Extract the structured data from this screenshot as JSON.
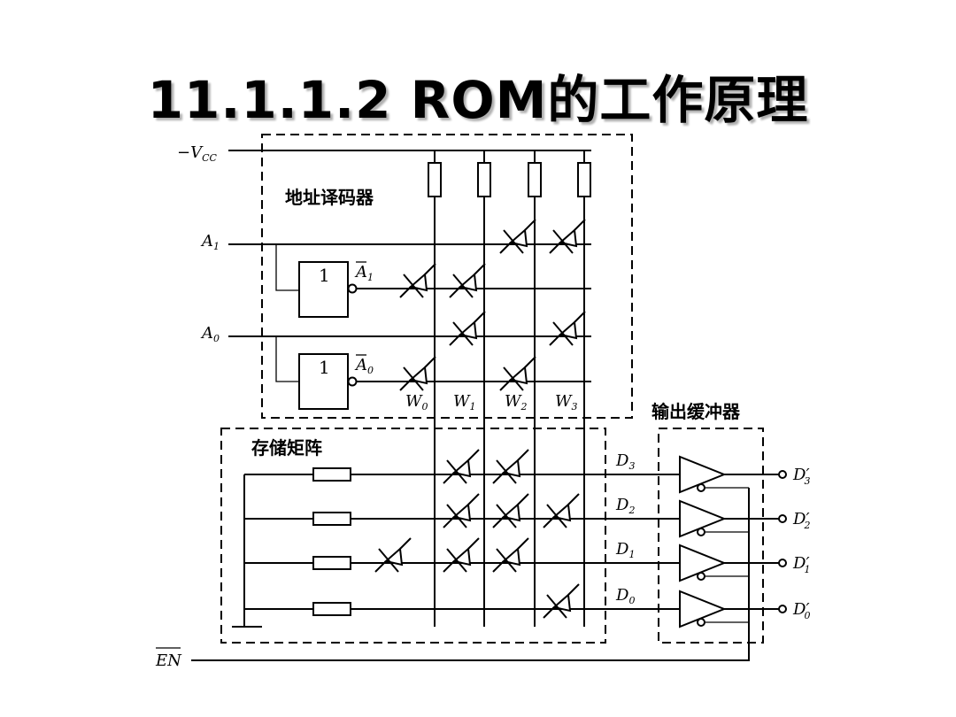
{
  "title": "11.1.1.2 ROM的工作原理",
  "diagram": {
    "vcc": {
      "prefix": "−",
      "main": "V",
      "sub": "CC"
    },
    "section_labels": {
      "decoder": "地址译码器",
      "storage": "存储矩阵",
      "buffer": "输出缓冲器"
    },
    "gate_label": "1",
    "inputs": [
      {
        "main": "A",
        "sub": "1",
        "inverted": "A",
        "inv_sub": "1"
      },
      {
        "main": "A",
        "sub": "0",
        "inverted": "A",
        "inv_sub": "0"
      }
    ],
    "word_lines": [
      {
        "main": "W",
        "sub": "0"
      },
      {
        "main": "W",
        "sub": "1"
      },
      {
        "main": "W",
        "sub": "2"
      },
      {
        "main": "W",
        "sub": "3"
      }
    ],
    "data_lines": [
      {
        "main": "D",
        "sub": "3",
        "out_main": "D",
        "out_sub": "3",
        "out_prime": "′"
      },
      {
        "main": "D",
        "sub": "2",
        "out_main": "D",
        "out_sub": "2",
        "out_prime": "′"
      },
      {
        "main": "D",
        "sub": "1",
        "out_main": "D",
        "out_sub": "1",
        "out_prime": "′"
      },
      {
        "main": "D",
        "sub": "0",
        "out_main": "D",
        "out_sub": "0",
        "out_prime": "′"
      }
    ],
    "enable": "EN",
    "decoder_diodes": [
      [
        2,
        0
      ],
      [
        3,
        0
      ],
      [
        0,
        1
      ],
      [
        1,
        1
      ],
      [
        1,
        2
      ],
      [
        3,
        2
      ],
      [
        0,
        3
      ],
      [
        2,
        3
      ]
    ],
    "storage_diodes": [
      [
        0,
        0
      ],
      [
        1,
        0
      ],
      [
        0,
        1
      ],
      [
        1,
        1
      ],
      [
        2,
        1
      ],
      [
        -1,
        2
      ],
      [
        0,
        2
      ],
      [
        1,
        2
      ],
      [
        2,
        3
      ]
    ]
  }
}
